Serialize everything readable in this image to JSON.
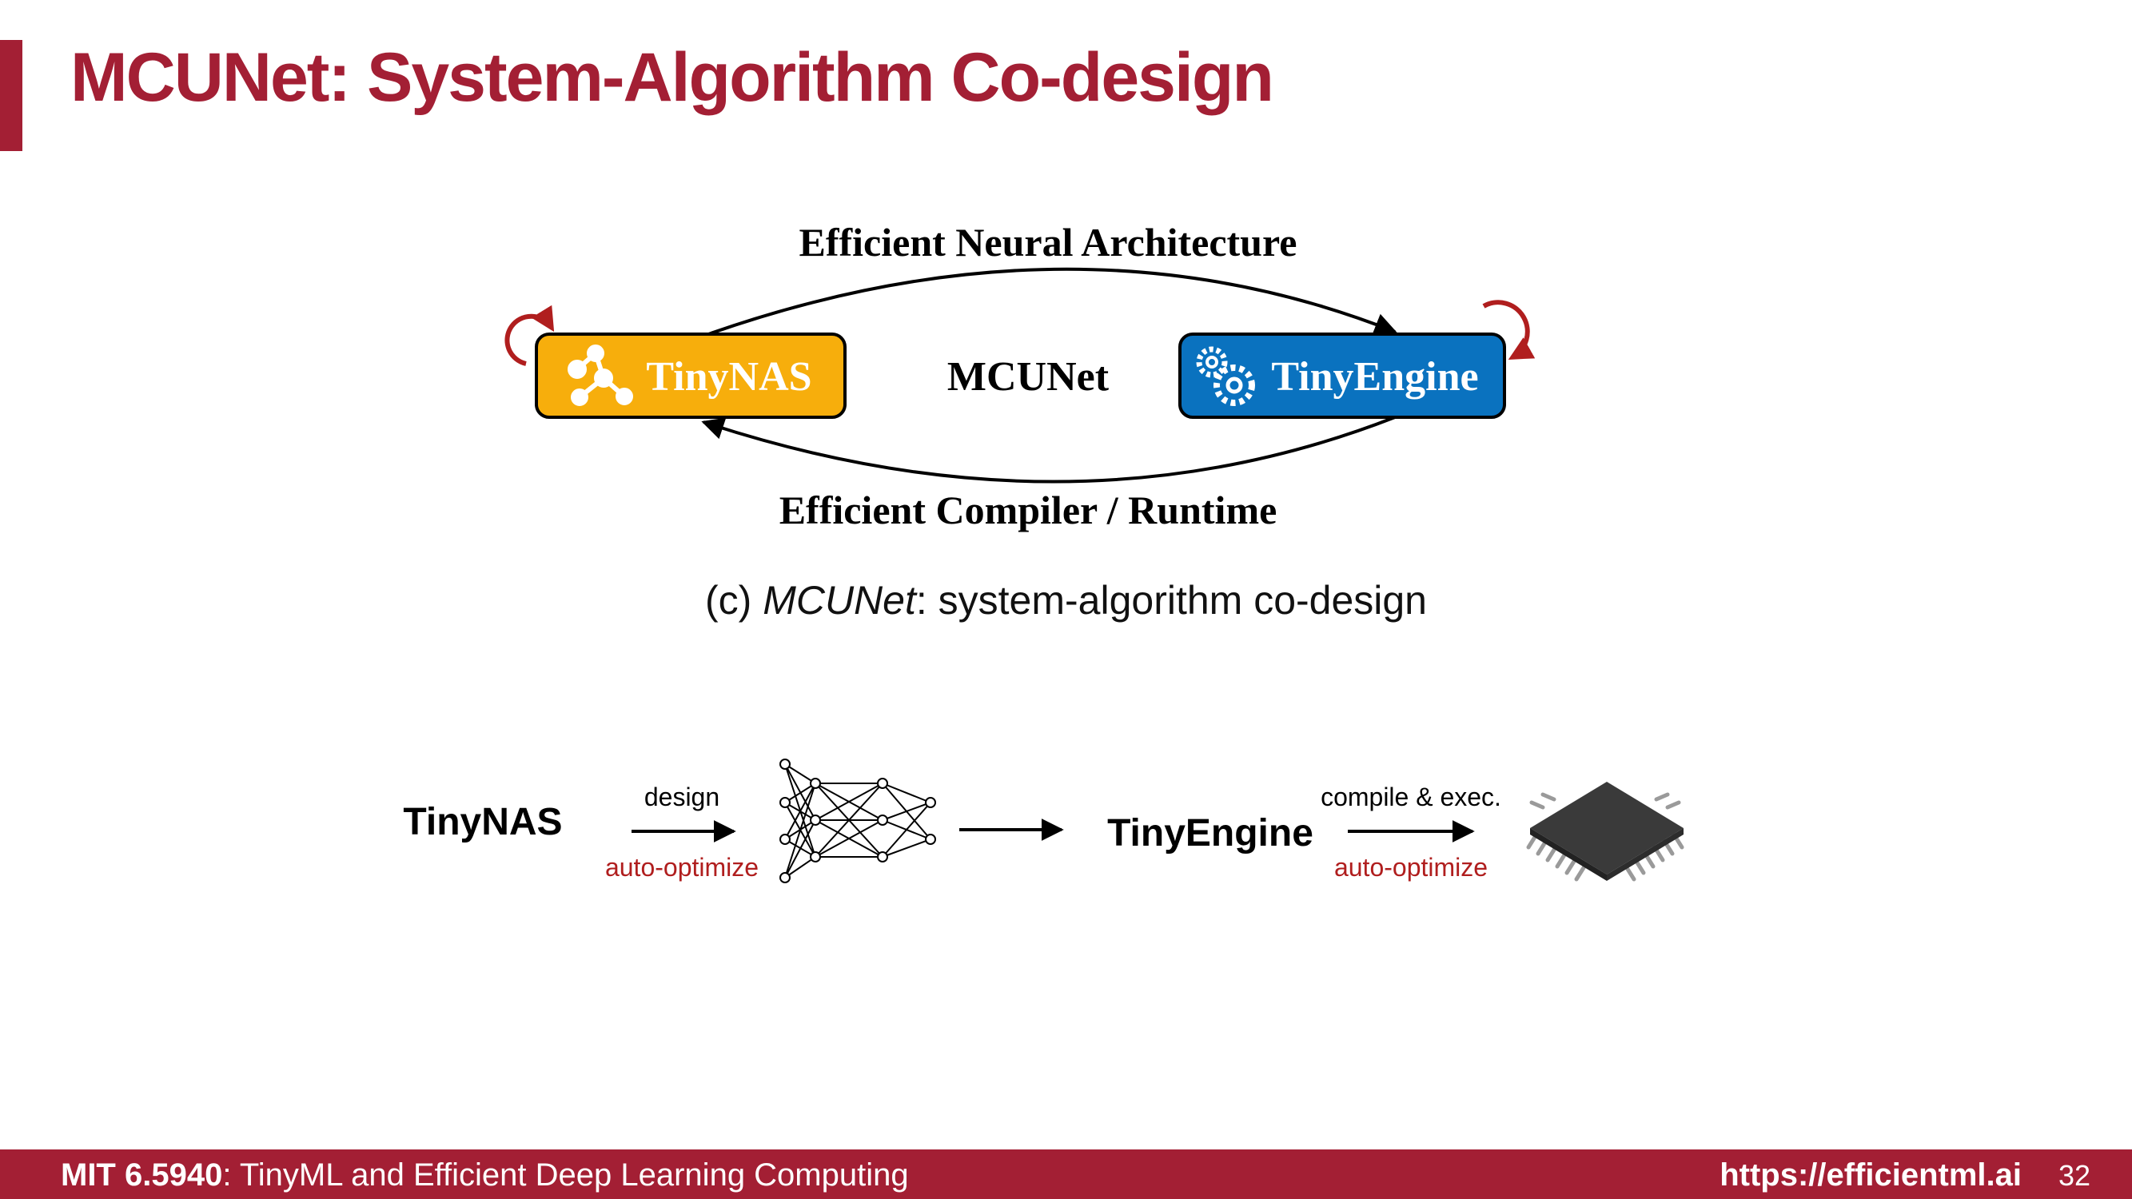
{
  "slide": {
    "title": "MCUNet: System-Algorithm Co-design",
    "colors": {
      "accent": "#a31f34",
      "tinynas_box": "#f7ae0c",
      "tinyengine_box": "#0a72bf",
      "loop_arrow": "#b01e1e",
      "chip": "#3a3a3a"
    }
  },
  "diagram_top": {
    "top_label": "Efficient Neural Architecture",
    "bottom_label": "Efficient Compiler / Runtime",
    "center_label": "MCUNet",
    "left_box_label": "TinyNAS",
    "right_box_label": "TinyEngine",
    "left_icon": "network-graph-icon",
    "right_icon": "gears-icon",
    "loop_icon": "circular-arrow-icon"
  },
  "caption": {
    "prefix": "(c) ",
    "italic": "MCUNet",
    "suffix": ": system-algorithm co-design"
  },
  "flow": {
    "tinynas_label": "TinyNAS",
    "design_label": "design",
    "auto_optimize_1": "auto-optimize",
    "network_icon": "neural-network-icon",
    "tinyengine_label": "TinyEngine",
    "compile_label": "compile & exec.",
    "auto_optimize_2": "auto-optimize",
    "chip_icon": "microcontroller-chip-icon"
  },
  "footer": {
    "course_code": "MIT 6.5940",
    "course_title": ": TinyML and Efficient Deep Learning Computing",
    "url": "https://efficientml.ai",
    "page_number": "32"
  }
}
